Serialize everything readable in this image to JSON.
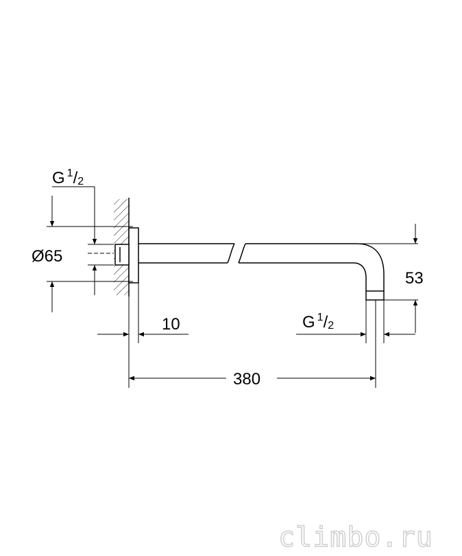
{
  "labels": {
    "thread_top": {
      "main": "G",
      "num": "1",
      "sep": "/",
      "den": "2"
    },
    "diameter": "Ø65",
    "wall_offset": "10",
    "thread_bottom": {
      "main": "G",
      "num": "1",
      "sep": "/",
      "den": "2"
    },
    "drop": "53",
    "length": "380"
  },
  "watermark": "climbo.ru",
  "colors": {
    "line": "#000000",
    "watermark_outline": "#cfcfcf"
  }
}
